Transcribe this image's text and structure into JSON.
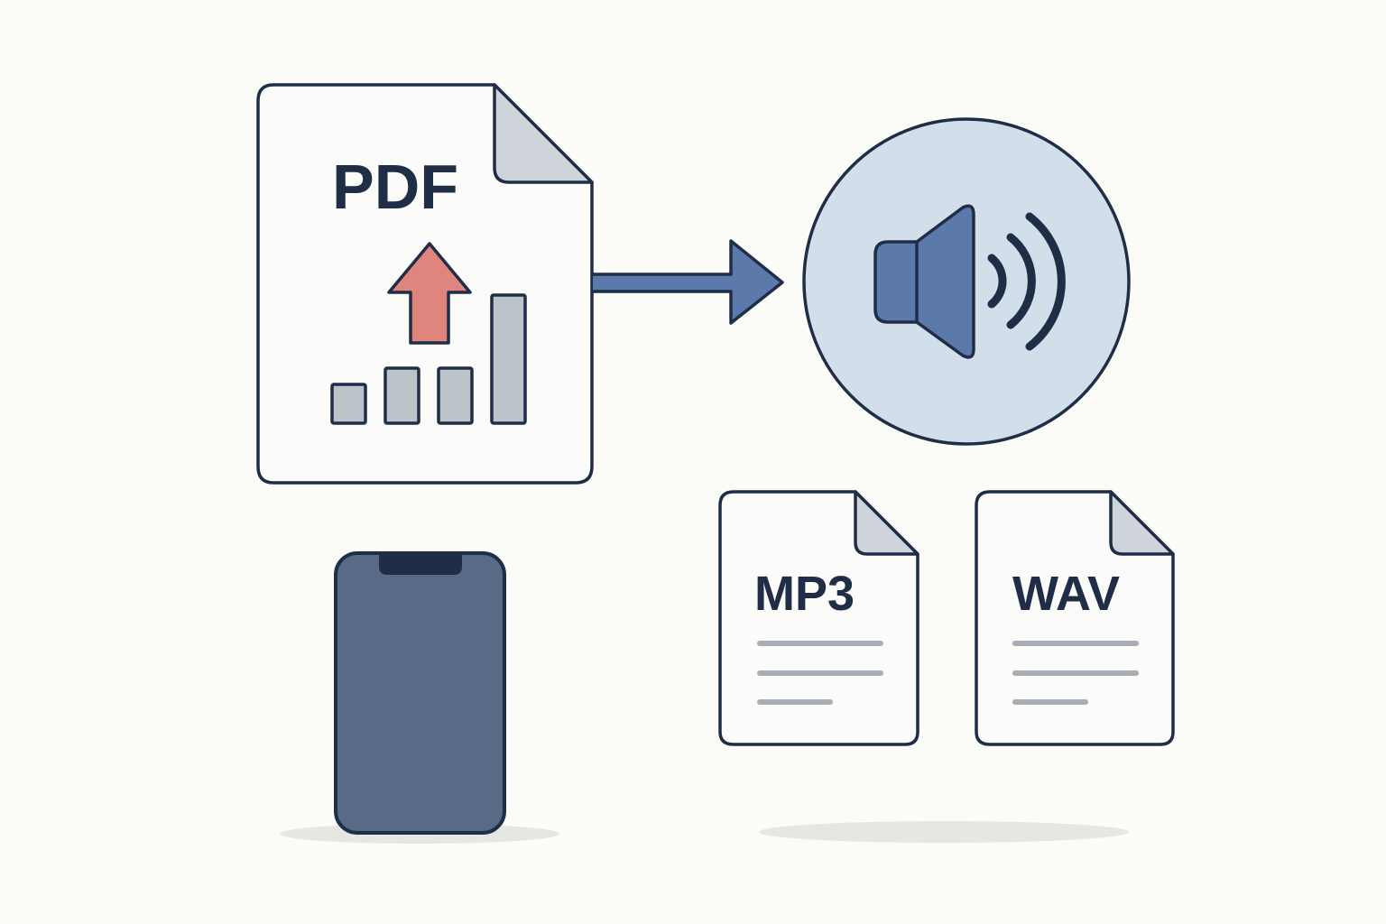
{
  "colors": {
    "background": "#fbfbf7",
    "outline": "#1f2d47",
    "paper": "#fbfbf9",
    "fold": "#cfd4da",
    "bars": "#bcc3c9",
    "arrow_up": "#e0857e",
    "flow_arrow": "#5b7aab",
    "speaker_circle": "#d2deea",
    "speaker_fill": "#5b7aab",
    "phone": "#586a86",
    "text_lines": "#a9aeb6",
    "shadow": "#e6e6e3"
  },
  "icons": {
    "source_document": "pdf-document-icon",
    "growth_arrow": "arrow-up-icon",
    "chart": "bar-chart-icon",
    "conversion": "arrow-right-icon",
    "audio": "speaker-icon",
    "device": "smartphone-icon",
    "output_a": "mp3-file-icon",
    "output_b": "wav-file-icon"
  },
  "pdf": {
    "label": "PDF",
    "bar_levels": [
      0.3,
      0.43,
      0.43,
      1.0
    ]
  },
  "outputs": [
    {
      "label": "MP3"
    },
    {
      "label": "WAV"
    }
  ]
}
